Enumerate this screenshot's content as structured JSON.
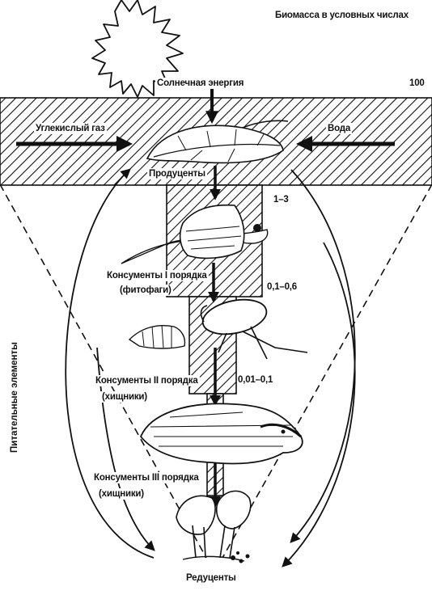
{
  "header": {
    "biomass_title": "Биомасса в условных числах"
  },
  "labels": {
    "solar_energy": "Солнечная энергия",
    "carbon_dioxide": "Углекислый газ",
    "water": "Вода",
    "producers": "Продуценты",
    "consumers_1_line1": "Консументы I порядка",
    "consumers_1_line2": "(фитофаги)",
    "consumers_2_line1": "Консументы II порядка",
    "consumers_2_line2": "(хищники)",
    "consumers_3_line1": "Консументы III порядка",
    "consumers_3_line2": "(хищники)",
    "decomposers": "Редуценты",
    "nutrients": "Питательные элементы"
  },
  "biomass_values": {
    "producers": "100",
    "consumers_1": "1–3",
    "consumers_2": "0,1–0,6",
    "consumers_3": "0,01–0,1"
  },
  "icons": [
    "sun-icon",
    "leaf-icon",
    "caterpillar-icon",
    "beetle-icon",
    "badger-icon",
    "mushroom-icon"
  ],
  "colors": {
    "ink": "#111111",
    "paper": "#ffffff"
  }
}
